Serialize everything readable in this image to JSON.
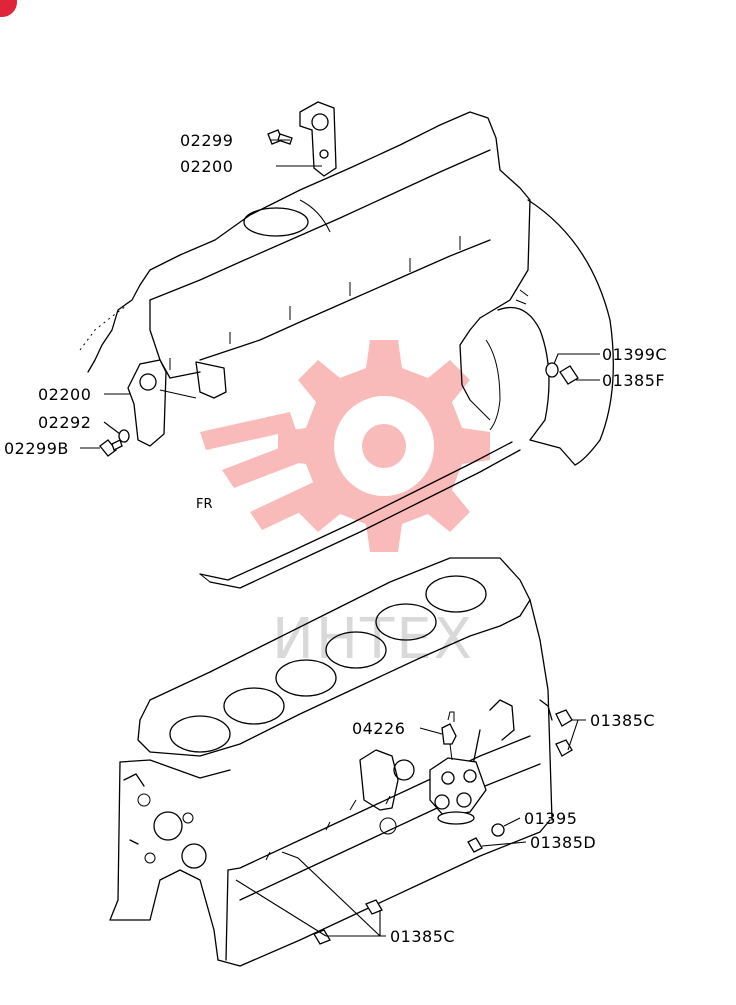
{
  "labels": {
    "p02299": "02299",
    "p02200_top": "02200",
    "p01399C": "01399C",
    "p01385F": "01385F",
    "p02200_left": "02200",
    "p02292": "02292",
    "p02299B": "02299B",
    "fr": "FR",
    "p04226": "04226",
    "p01385C_right": "01385C",
    "p01395": "01395",
    "p01385D": "01385D",
    "p01385C_bottom": "01385C"
  },
  "watermark": {
    "text": "ИНТЕХ",
    "gear_color": "#f7a3a3",
    "text_color": "#d3d3d3"
  },
  "colors": {
    "badge": "#e0243a",
    "line": "#000000"
  }
}
